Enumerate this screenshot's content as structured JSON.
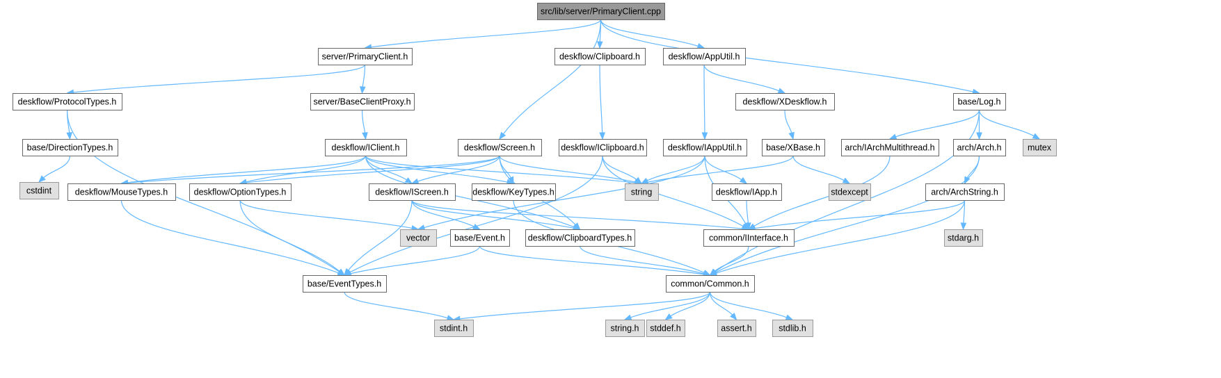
{
  "colors": {
    "edge": "#63b8ff",
    "box_border": "#666666",
    "box_fill": "#ffffff",
    "root_fill": "#999999",
    "system_fill": "#e0e0e0",
    "system_border": "#999999"
  },
  "nodes": [
    {
      "id": "root",
      "label": "src/lib/server/PrimaryClient.cpp",
      "kind": "root"
    },
    {
      "id": "primaryclient_h",
      "label": "server/PrimaryClient.h",
      "kind": "file"
    },
    {
      "id": "clipboard_h",
      "label": "deskflow/Clipboard.h",
      "kind": "file"
    },
    {
      "id": "apputil_h",
      "label": "deskflow/AppUtil.h",
      "kind": "file"
    },
    {
      "id": "protocoltypes_h",
      "label": "deskflow/ProtocolTypes.h",
      "kind": "file"
    },
    {
      "id": "baseclientproxy_h",
      "label": "server/BaseClientProxy.h",
      "kind": "file"
    },
    {
      "id": "xdeskflow_h",
      "label": "deskflow/XDeskflow.h",
      "kind": "file"
    },
    {
      "id": "log_h",
      "label": "base/Log.h",
      "kind": "file"
    },
    {
      "id": "directiontypes_h",
      "label": "base/DirectionTypes.h",
      "kind": "file"
    },
    {
      "id": "iclient_h",
      "label": "deskflow/IClient.h",
      "kind": "file"
    },
    {
      "id": "screen_h",
      "label": "deskflow/Screen.h",
      "kind": "file"
    },
    {
      "id": "iclipboard_h",
      "label": "deskflow/IClipboard.h",
      "kind": "file"
    },
    {
      "id": "iapputil_h",
      "label": "deskflow/IAppUtil.h",
      "kind": "file"
    },
    {
      "id": "xbase_h",
      "label": "base/XBase.h",
      "kind": "file"
    },
    {
      "id": "iarchmultithread_h",
      "label": "arch/IArchMultithread.h",
      "kind": "file"
    },
    {
      "id": "arch_h",
      "label": "arch/Arch.h",
      "kind": "file"
    },
    {
      "id": "mutex",
      "label": "mutex",
      "kind": "system"
    },
    {
      "id": "cstdint",
      "label": "cstdint",
      "kind": "system"
    },
    {
      "id": "mousetypes_h",
      "label": "deskflow/MouseTypes.h",
      "kind": "file"
    },
    {
      "id": "optiontypes_h",
      "label": "deskflow/OptionTypes.h",
      "kind": "file"
    },
    {
      "id": "iscreen_h",
      "label": "deskflow/IScreen.h",
      "kind": "file"
    },
    {
      "id": "keytypes_h",
      "label": "deskflow/KeyTypes.h",
      "kind": "file"
    },
    {
      "id": "string",
      "label": "string",
      "kind": "system"
    },
    {
      "id": "iapp_h",
      "label": "deskflow/IApp.h",
      "kind": "file"
    },
    {
      "id": "stdexcept",
      "label": "stdexcept",
      "kind": "system"
    },
    {
      "id": "archstring_h",
      "label": "arch/ArchString.h",
      "kind": "file"
    },
    {
      "id": "vector",
      "label": "vector",
      "kind": "system"
    },
    {
      "id": "event_h",
      "label": "base/Event.h",
      "kind": "file"
    },
    {
      "id": "clipboardtypes_h",
      "label": "deskflow/ClipboardTypes.h",
      "kind": "file"
    },
    {
      "id": "iinterface_h",
      "label": "common/IInterface.h",
      "kind": "file"
    },
    {
      "id": "stdarg_h",
      "label": "stdarg.h",
      "kind": "system"
    },
    {
      "id": "eventtypes_h",
      "label": "base/EventTypes.h",
      "kind": "file"
    },
    {
      "id": "common_h",
      "label": "common/Common.h",
      "kind": "file"
    },
    {
      "id": "stdint_h",
      "label": "stdint.h",
      "kind": "system"
    },
    {
      "id": "string_h",
      "label": "string.h",
      "kind": "system"
    },
    {
      "id": "stddef_h",
      "label": "stddef.h",
      "kind": "system"
    },
    {
      "id": "assert_h",
      "label": "assert.h",
      "kind": "system"
    },
    {
      "id": "stdlib_h",
      "label": "stdlib.h",
      "kind": "system"
    }
  ],
  "edges": [
    [
      "root",
      "primaryclient_h"
    ],
    [
      "root",
      "clipboard_h"
    ],
    [
      "root",
      "apputil_h"
    ],
    [
      "root",
      "log_h"
    ],
    [
      "root",
      "screen_h"
    ],
    [
      "primaryclient_h",
      "protocoltypes_h"
    ],
    [
      "primaryclient_h",
      "baseclientproxy_h"
    ],
    [
      "protocoltypes_h",
      "directiontypes_h"
    ],
    [
      "protocoltypes_h",
      "eventtypes_h"
    ],
    [
      "directiontypes_h",
      "cstdint"
    ],
    [
      "baseclientproxy_h",
      "iclient_h"
    ],
    [
      "iclient_h",
      "mousetypes_h"
    ],
    [
      "iclient_h",
      "optiontypes_h"
    ],
    [
      "iclient_h",
      "iscreen_h"
    ],
    [
      "iclient_h",
      "keytypes_h"
    ],
    [
      "iclient_h",
      "string"
    ],
    [
      "iclient_h",
      "clipboardtypes_h"
    ],
    [
      "screen_h",
      "mousetypes_h"
    ],
    [
      "screen_h",
      "optiontypes_h"
    ],
    [
      "screen_h",
      "iscreen_h"
    ],
    [
      "screen_h",
      "keytypes_h"
    ],
    [
      "screen_h",
      "string"
    ],
    [
      "screen_h",
      "clipboardtypes_h"
    ],
    [
      "clipboard_h",
      "iclipboard_h"
    ],
    [
      "iclipboard_h",
      "string"
    ],
    [
      "iclipboard_h",
      "iinterface_h"
    ],
    [
      "iclipboard_h",
      "eventtypes_h"
    ],
    [
      "apputil_h",
      "iapputil_h"
    ],
    [
      "apputil_h",
      "xdeskflow_h"
    ],
    [
      "iapputil_h",
      "string"
    ],
    [
      "iapputil_h",
      "iapp_h"
    ],
    [
      "iapputil_h",
      "vector"
    ],
    [
      "iapputil_h",
      "iinterface_h"
    ],
    [
      "xdeskflow_h",
      "xbase_h"
    ],
    [
      "xbase_h",
      "string"
    ],
    [
      "xbase_h",
      "stdexcept"
    ],
    [
      "log_h",
      "iarchmultithread_h"
    ],
    [
      "log_h",
      "arch_h"
    ],
    [
      "log_h",
      "mutex"
    ],
    [
      "log_h",
      "common_h"
    ],
    [
      "iarchmultithread_h",
      "iinterface_h"
    ],
    [
      "arch_h",
      "archstring_h"
    ],
    [
      "arch_h",
      "common_h"
    ],
    [
      "archstring_h",
      "iinterface_h"
    ],
    [
      "archstring_h",
      "stdarg_h"
    ],
    [
      "archstring_h",
      "common_h"
    ],
    [
      "mousetypes_h",
      "eventtypes_h"
    ],
    [
      "optiontypes_h",
      "vector"
    ],
    [
      "optiontypes_h",
      "eventtypes_h"
    ],
    [
      "iscreen_h",
      "event_h"
    ],
    [
      "iscreen_h",
      "clipboardtypes_h"
    ],
    [
      "iscreen_h",
      "iinterface_h"
    ],
    [
      "iscreen_h",
      "eventtypes_h"
    ],
    [
      "keytypes_h",
      "common_h"
    ],
    [
      "iapp_h",
      "iinterface_h"
    ],
    [
      "event_h",
      "eventtypes_h"
    ],
    [
      "event_h",
      "common_h"
    ],
    [
      "clipboardtypes_h",
      "common_h"
    ],
    [
      "iinterface_h",
      "common_h"
    ],
    [
      "eventtypes_h",
      "stdint_h"
    ],
    [
      "common_h",
      "stdint_h"
    ],
    [
      "common_h",
      "string_h"
    ],
    [
      "common_h",
      "stddef_h"
    ],
    [
      "common_h",
      "assert_h"
    ],
    [
      "common_h",
      "stdlib_h"
    ]
  ]
}
